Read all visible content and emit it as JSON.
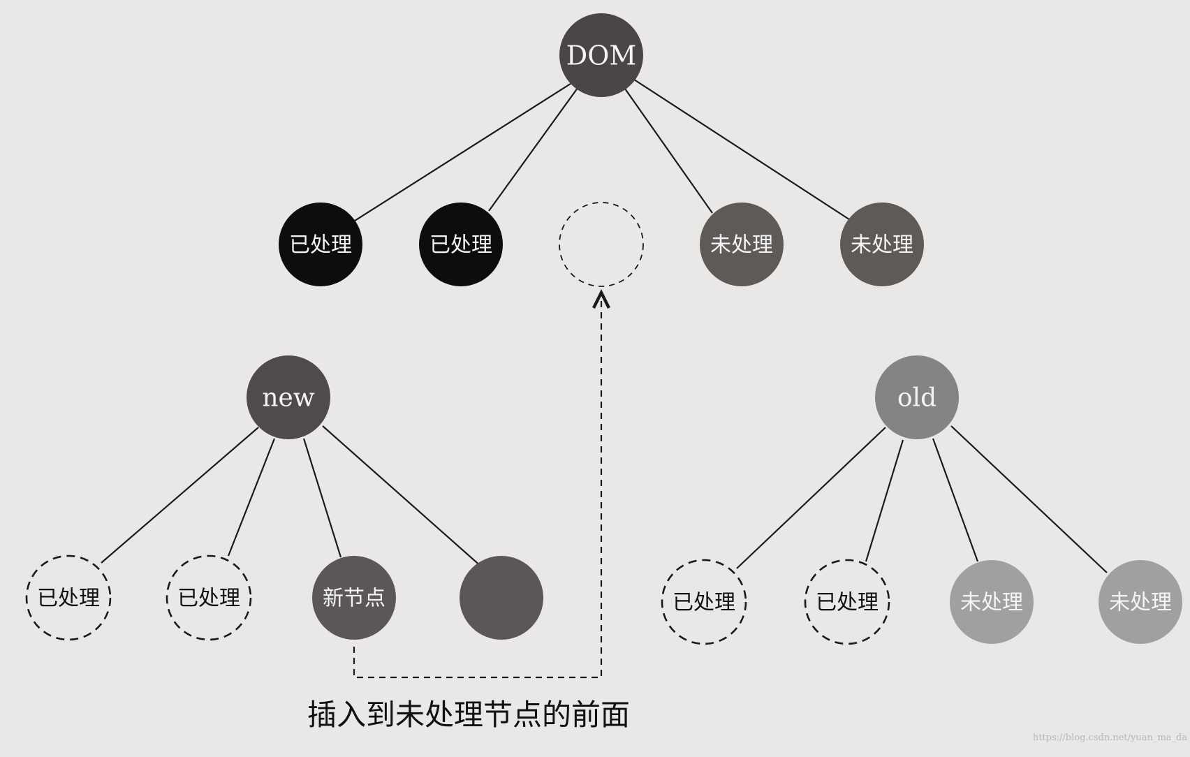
{
  "colors": {
    "background": "#e9e8e6",
    "processed": "#0d0d0d",
    "dom_root": "#4a4646",
    "dom_unprocessed": "#5e5a58",
    "new_root": "#4f4b4a",
    "new_child": "#5b5756",
    "old_root": "#858383",
    "old_unprocessed": "#a2a09f",
    "line": "#1a1a1a",
    "caption": "#111111",
    "watermark": "#b7b7b7"
  },
  "tree_dom": {
    "root": {
      "label": "DOM",
      "style": "dom_root"
    },
    "children": [
      {
        "label": "已处理",
        "style": "processed"
      },
      {
        "label": "已处理",
        "style": "processed"
      },
      {
        "label": "",
        "style": "placeholder"
      },
      {
        "label": "未处理",
        "style": "dom_unprocessed"
      },
      {
        "label": "未处理",
        "style": "dom_unprocessed"
      }
    ]
  },
  "tree_new": {
    "root": {
      "label": "new",
      "style": "new_root"
    },
    "children": [
      {
        "label": "已处理",
        "style": "dashed"
      },
      {
        "label": "已处理",
        "style": "dashed"
      },
      {
        "label": "新节点",
        "style": "new_child"
      },
      {
        "label": "",
        "style": "new_child"
      }
    ]
  },
  "tree_old": {
    "root": {
      "label": "old",
      "style": "old_root"
    },
    "children": [
      {
        "label": "已处理",
        "style": "dashed"
      },
      {
        "label": "已处理",
        "style": "dashed"
      },
      {
        "label": "未处理",
        "style": "old_unprocessed"
      },
      {
        "label": "未处理",
        "style": "old_unprocessed"
      }
    ]
  },
  "caption": "插入到未处理节点的前面",
  "watermark": "https://blog.csdn.net/yuan_ma_da"
}
